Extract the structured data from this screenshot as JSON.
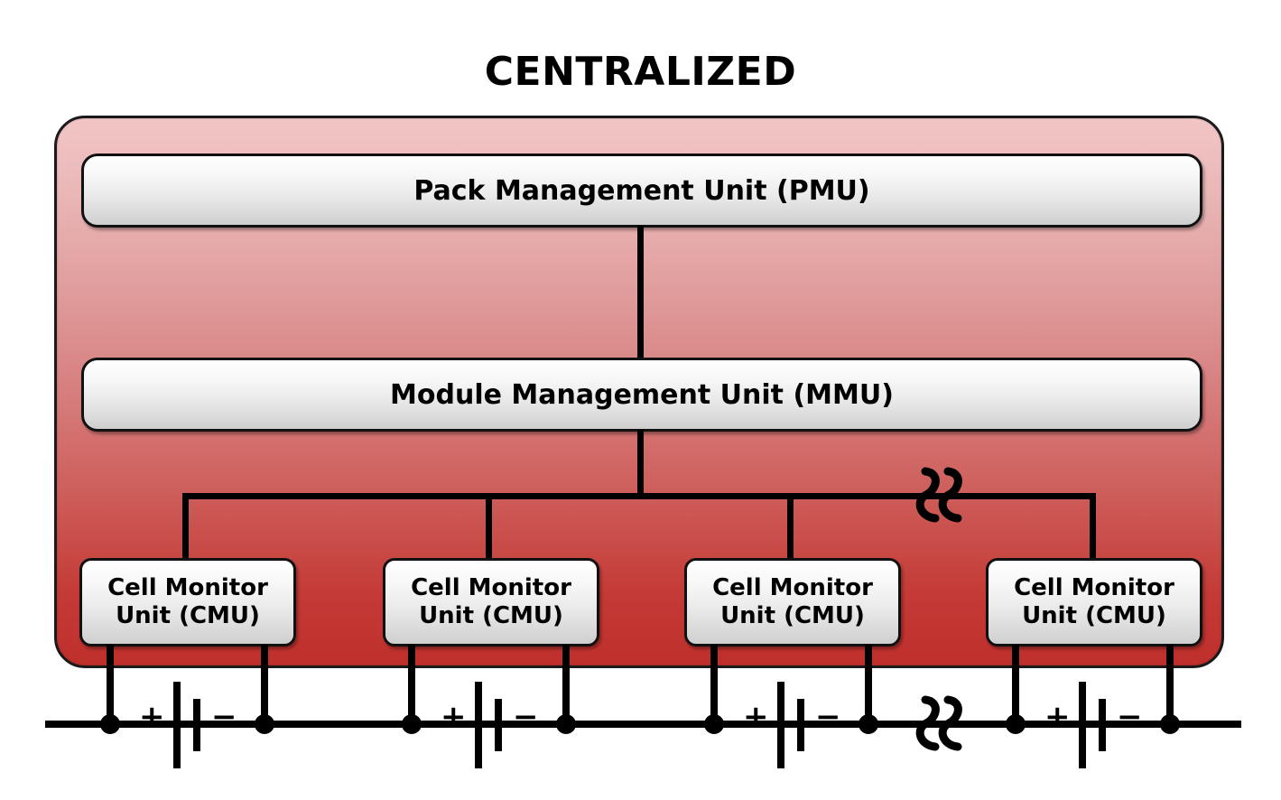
{
  "diagram": {
    "title": "CENTRALIZED",
    "type": "battery-management-system-topology"
  },
  "pack": {
    "pmu": {
      "label": "Pack Management Unit (PMU)"
    },
    "mmu": {
      "label": "Module Management Unit (MMU)"
    },
    "cmus": [
      {
        "line1": "Cell Monitor",
        "line2": "Unit (CMU)"
      },
      {
        "line1": "Cell Monitor",
        "line2": "Unit (CMU)"
      },
      {
        "line1": "Cell Monitor",
        "line2": "Unit (CMU)"
      },
      {
        "line1": "Cell Monitor",
        "line2": "Unit (CMU)"
      }
    ]
  },
  "cells": [
    {
      "positive": "+",
      "negative": "−"
    },
    {
      "positive": "+",
      "negative": "−"
    },
    {
      "positive": "+",
      "negative": "−"
    },
    {
      "positive": "+",
      "negative": "−"
    }
  ],
  "break_marks": [
    {
      "name": "bus-break-upper"
    },
    {
      "name": "bus-break-lower"
    }
  ],
  "colors": {
    "pack_gradient_top": "#f2c6c6",
    "pack_gradient_bottom": "#bf2f2c",
    "box_fill_top": "#ffffff",
    "box_fill_bottom": "#cfcfcf",
    "outline": "#111111",
    "wire": "#000000",
    "background": "#ffffff",
    "text": "#000000"
  }
}
